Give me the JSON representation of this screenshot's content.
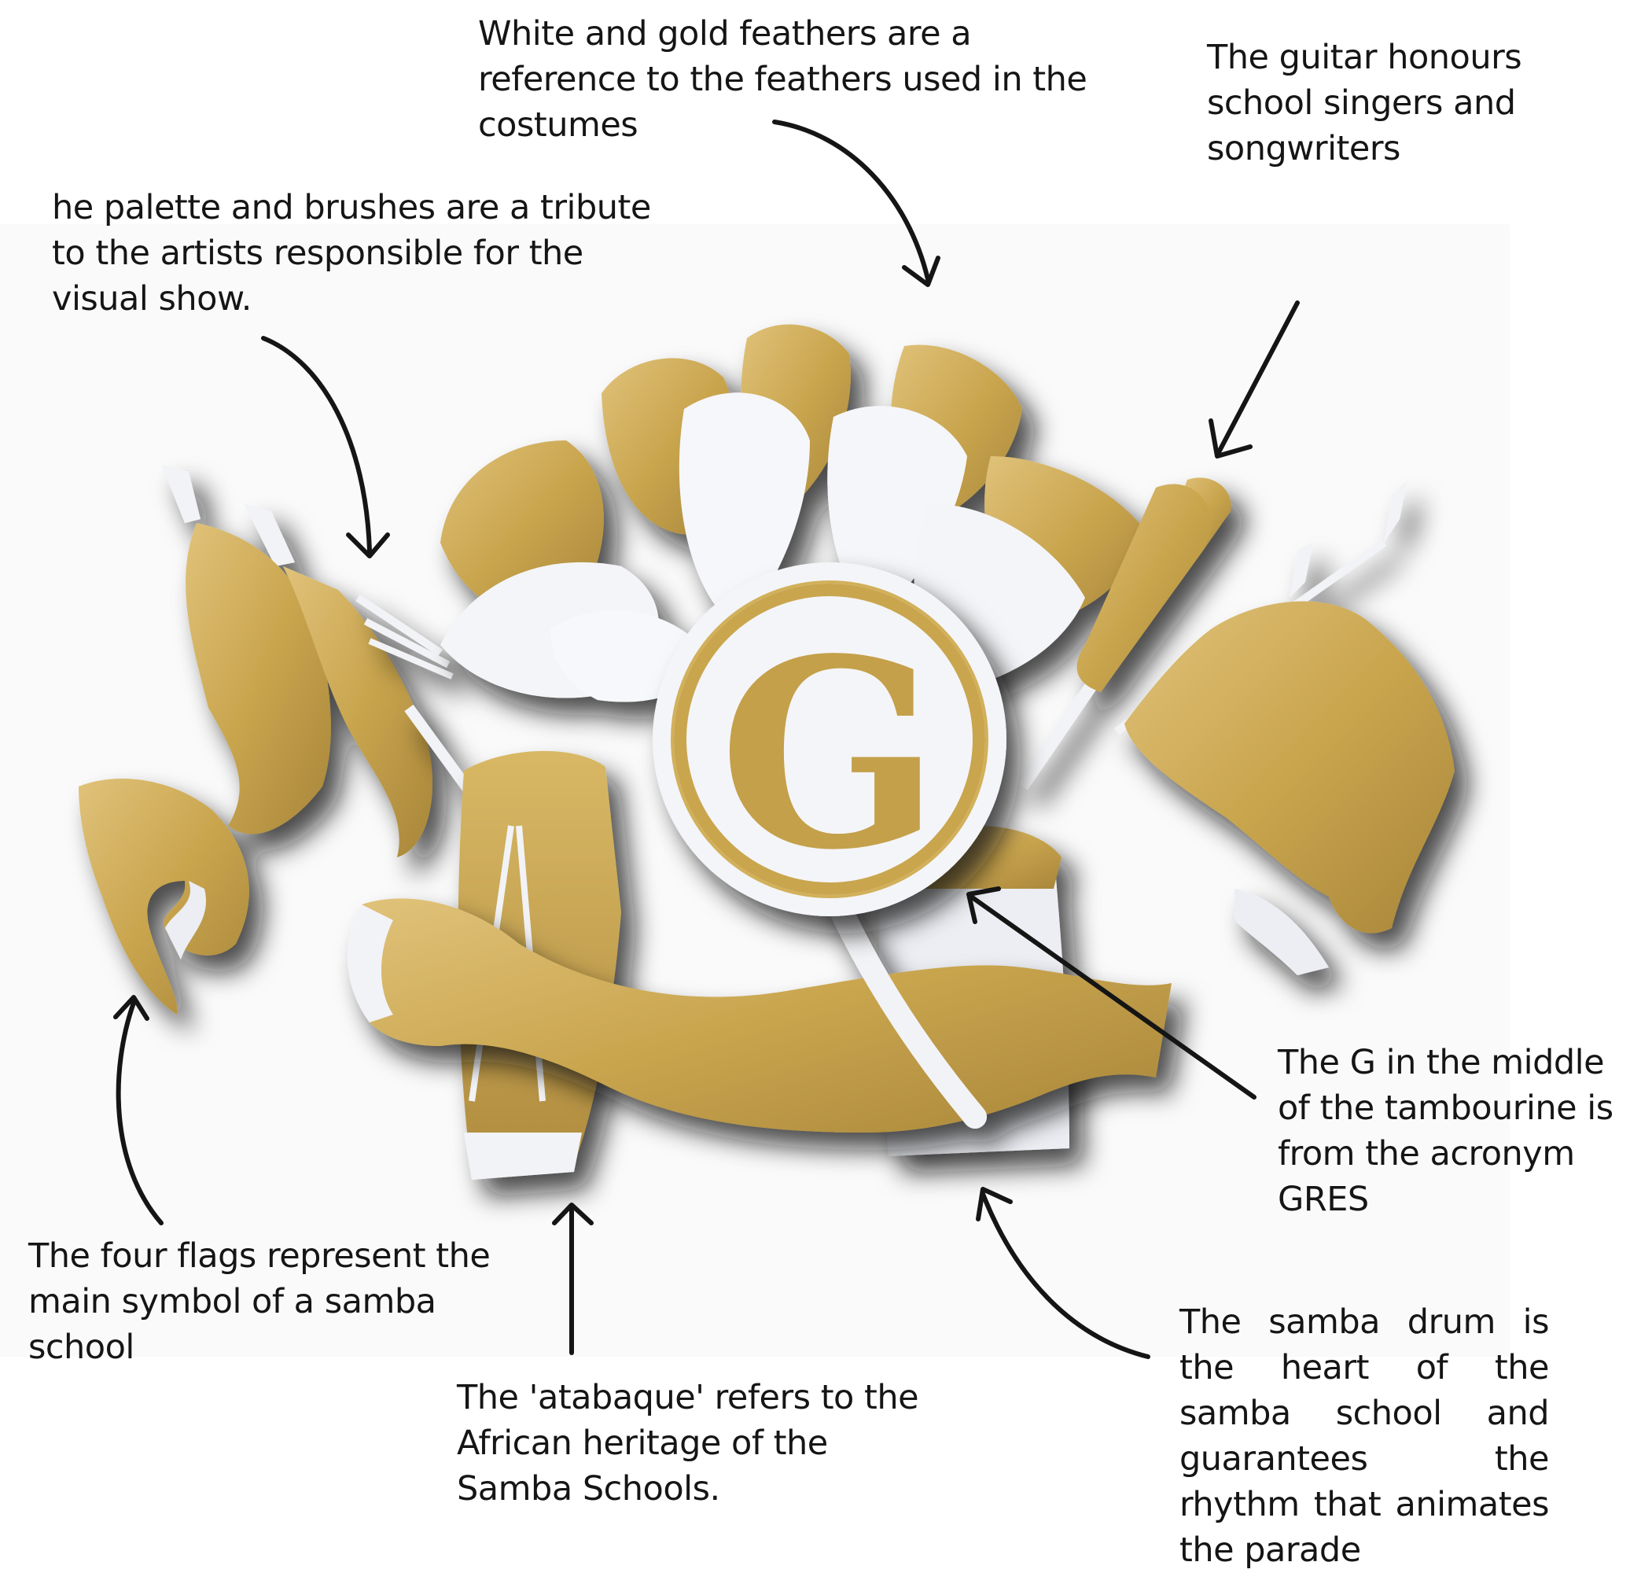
{
  "annotations": {
    "feathers": "White and gold feathers are a\nreference to the feathers used in the\ncostumes",
    "guitar": "The guitar honours\nschool singers and\nsongwriters",
    "palette": "he palette and brushes are a tribute\nto the artists responsible for the\nvisual show.",
    "tambourine": "The G in the middle\nof the tambourine is\nfrom the acronym\nGRES",
    "flags": "The four flags represent the\nmain symbol of a samba\nschool",
    "atabaque": "The 'atabaque' refers to the\nAfrican heritage of the\nSamba Schools.",
    "drum": "The samba drum is the heart of the samba school and guarantees the rhythm that animates the parade"
  },
  "emblem": {
    "letter": "G"
  },
  "colors": {
    "gold": "#c9a54e",
    "gold_dark": "#a8863a",
    "paper_white": "#f3f4f7",
    "shadow": "#1a1a1a",
    "text": "#151515"
  }
}
